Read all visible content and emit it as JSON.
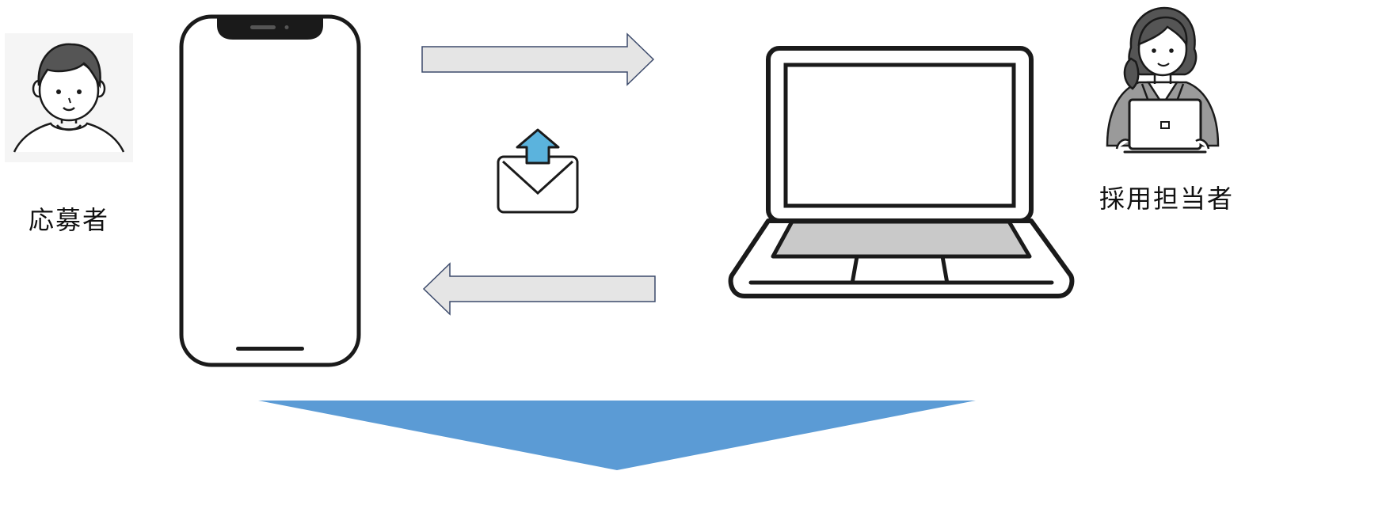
{
  "actors": {
    "applicant": {
      "label": "応募者",
      "icon": "applicant-person-icon"
    },
    "recruiter": {
      "label": "採用担当者",
      "icon": "recruiter-person-icon"
    }
  },
  "devices": {
    "smartphone": {
      "icon": "smartphone-icon"
    },
    "laptop": {
      "icon": "laptop-icon"
    }
  },
  "flow": {
    "send_arrow": {
      "icon": "arrow-right-icon",
      "direction": "right"
    },
    "reply_arrow": {
      "icon": "arrow-left-icon",
      "direction": "left"
    },
    "mail": {
      "icon": "mail-upload-icon"
    },
    "result_arrow": {
      "icon": "down-arrow-icon",
      "direction": "down"
    }
  },
  "colors": {
    "flow_arrow_fill": "#e5e5e5",
    "flow_arrow_stroke": "#3c4a6b",
    "down_arrow": "#5b9bd5",
    "mail_arrow": "#5bb3dd",
    "keyboard": "#c9c9c9",
    "laptop_screen": "#ffffff",
    "line": "#1a1a1a"
  }
}
